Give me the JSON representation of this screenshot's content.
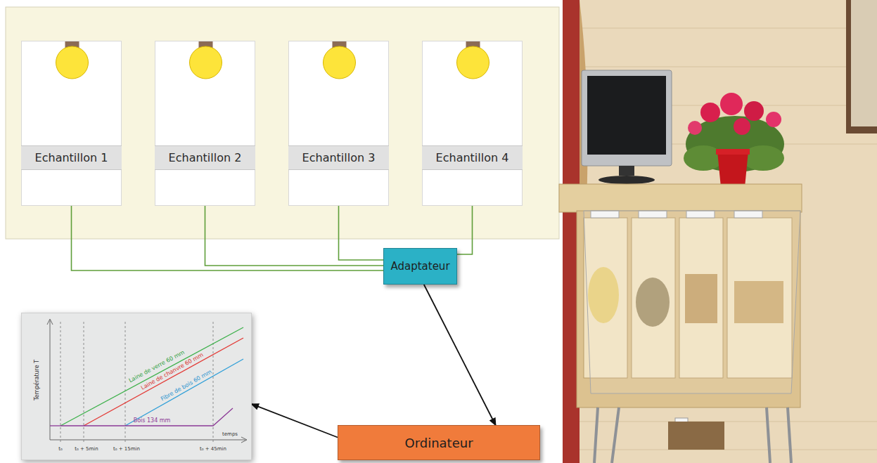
{
  "diagram": {
    "nodes": [
      {
        "text": [
          "Echantillon 1"
        ]
      },
      {
        "text": [
          "Echantillon 2"
        ]
      },
      {
        "text": [
          "Echantillon 3"
        ]
      },
      {
        "text": [
          "Echantillon 4"
        ]
      },
      {
        "text": [
          "Adaptateur"
        ]
      },
      {
        "text": [
          "Ordinateur"
        ]
      },
      {
        "text": [
          "Laine de verre 60 mm",
          "Laine de chanvre 60 mm",
          "Fibre de bois 60 mm",
          "Bois 134 mm",
          "Température T",
          "temps",
          "t₀",
          "t₀ + 5min",
          "t₀ + 15min",
          "t₀ + 45min"
        ]
      }
    ],
    "edges": [
      {
        "from": 0,
        "to": 4,
        "arrow": "none"
      },
      {
        "from": 1,
        "to": 4,
        "arrow": "none"
      },
      {
        "from": 2,
        "to": 4,
        "arrow": "none"
      },
      {
        "from": 3,
        "to": 4,
        "arrow": "none"
      },
      {
        "from": 4,
        "to": 5,
        "arrow": "to"
      },
      {
        "from": 5,
        "to": 6,
        "arrow": "to"
      }
    ]
  }
}
